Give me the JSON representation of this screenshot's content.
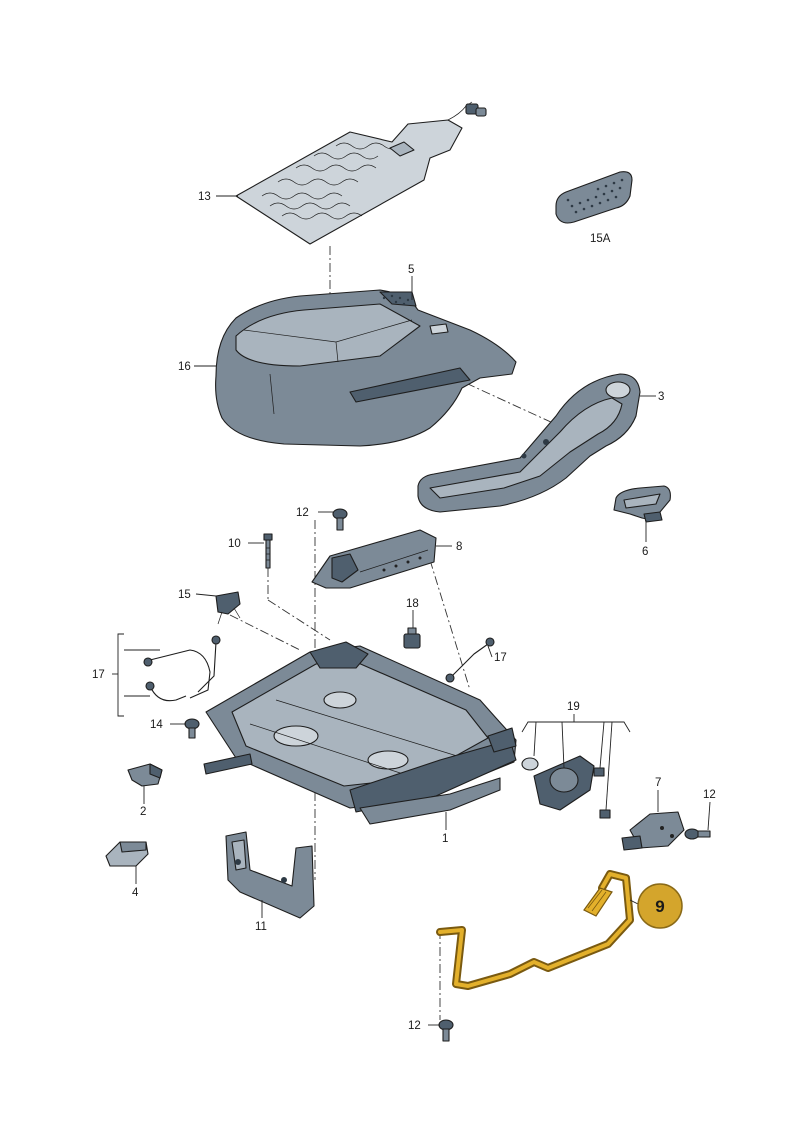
{
  "labels": {
    "p1": "1",
    "p2": "2",
    "p3": "3",
    "p4": "4",
    "p5": "5",
    "p6": "6",
    "p7": "7",
    "p8": "8",
    "p9": "9",
    "p10": "10",
    "p11": "11",
    "p12a": "12",
    "p12b": "12",
    "p12c": "12",
    "p13": "13",
    "p14": "14",
    "p15": "15",
    "p15a": "15A",
    "p16": "16",
    "p17a": "17",
    "p17b": "17",
    "p18": "18",
    "p19": "19"
  },
  "colors": {
    "highlight_part": "#e3b02b",
    "highlight_badge": "#d4a52c",
    "part_dark": "#4f5f6e",
    "part_mid": "#7c8a97",
    "part_light": "#a9b4be"
  },
  "highlighted_part": "9"
}
